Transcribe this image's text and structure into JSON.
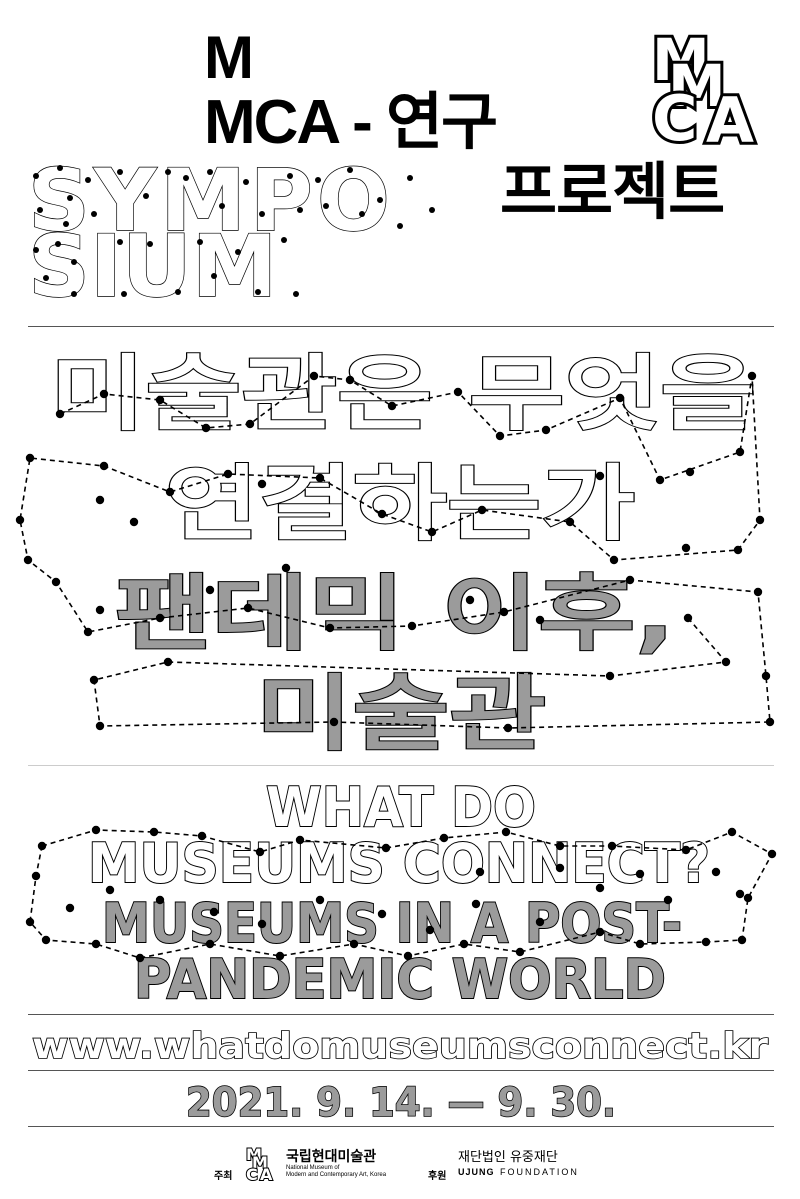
{
  "header": {
    "title_line1": "M",
    "title_line2": "MCA - 연구",
    "title_line3": "프로젝트",
    "symposium_line1": "SYMPO",
    "symposium_line2": "SIUM",
    "logo_text": [
      "M",
      "M",
      "C",
      "A"
    ]
  },
  "korean_title": {
    "line1": "미술관은 무엇을",
    "line2": "연결하는가",
    "line3": "팬데믹 이후,",
    "line4": "미술관"
  },
  "english_title": {
    "line1": "WHAT DO",
    "line2": "MUSEUMS CONNECT?",
    "line3": "MUSEUMS IN A POST-",
    "line4": "PANDEMIC WORLD"
  },
  "website": "www.whatdomuseumsconnect.kr",
  "dates": "2021. 9. 14. — 9. 30.",
  "footer": {
    "host_label": "주최",
    "host_name_ko": "국립현대미술관",
    "host_name_en_1": "National Museum of",
    "host_name_en_2": "Modern and Contemporary Art, Korea",
    "sponsor_label": "후원",
    "sponsor_name_ko": "재단법인 유중재단",
    "sponsor_name_en_1": "UJUNG",
    "sponsor_name_en_2": "FOUNDATION"
  }
}
